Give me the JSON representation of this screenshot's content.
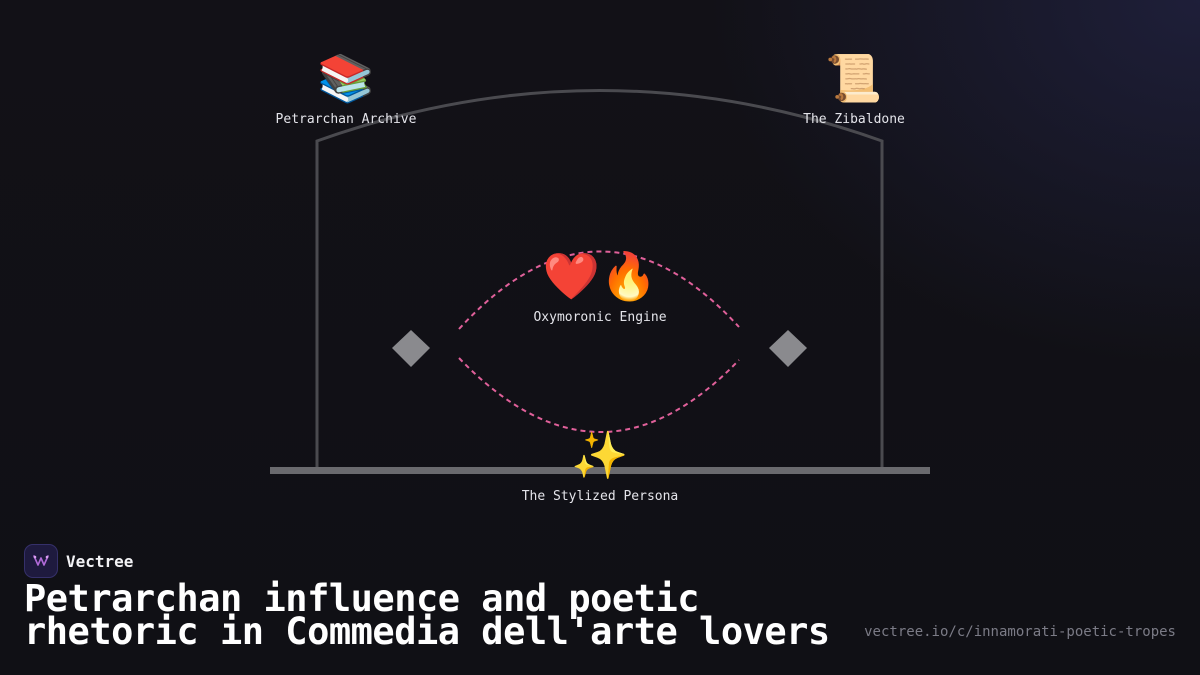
{
  "diagram": {
    "nodes": [
      {
        "id": "archive",
        "icon": "books-icon",
        "emoji": "📚",
        "label": "Petrarchan Archive"
      },
      {
        "id": "zibaldone",
        "icon": "scroll-icon",
        "emoji": "📜",
        "label": "The Zibaldone"
      },
      {
        "id": "engine",
        "icon": "heart-fire-icon",
        "emoji": "❤️🔥",
        "label": "Oxymoronic Engine"
      },
      {
        "id": "persona",
        "icon": "sparkles-icon",
        "emoji": "✨",
        "label": "The Stylized Persona"
      }
    ],
    "colors": {
      "frame": "#4a4a4f",
      "floor": "#6a6a6e",
      "diamond": "#8a8a8e",
      "dashed_path": "#e0609a"
    }
  },
  "branding": {
    "name": "Vectree",
    "logo_icon": "vectree-logo-icon"
  },
  "title": "Petrarchan influence and poetic rhetoric in Commedia dell'arte lovers",
  "url": "vectree.io/c/innamorati-poetic-tropes"
}
